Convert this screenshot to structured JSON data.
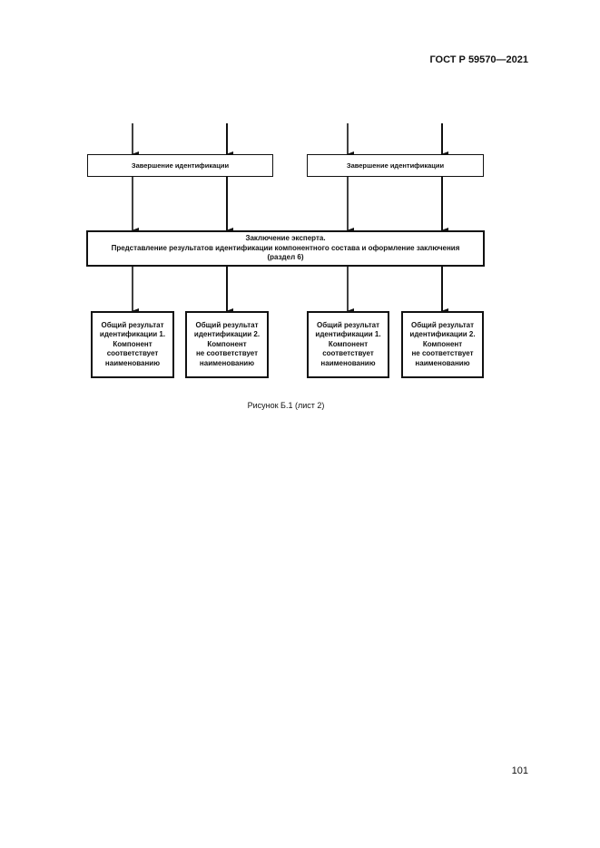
{
  "header": {
    "doc_id": "ГОСТ Р 59570—2021"
  },
  "boxes": {
    "completion_left": "Завершение идентификации",
    "completion_right": "Завершение идентификации",
    "conclusion": {
      "line1": "Заключение эксперта.",
      "line2": "Представление результатов идентификации компонентного состава и оформление заключения",
      "line3": "(раздел 6)"
    },
    "results": [
      {
        "l1": "Общий результат",
        "l2": "идентификации 1.",
        "l3": "Компонент",
        "l4": "соответствует",
        "l5": "наименованию"
      },
      {
        "l1": "Общий результат",
        "l2": "идентификации 2.",
        "l3": "Компонент",
        "l4": "не соответствует",
        "l5": "наименованию"
      },
      {
        "l1": "Общий результат",
        "l2": "идентификации 1.",
        "l3": "Компонент",
        "l4": "соответствует",
        "l5": "наименованию"
      },
      {
        "l1": "Общий результат",
        "l2": "идентификации 2.",
        "l3": "Компонент",
        "l4": "не соответствует",
        "l5": "наименованию"
      }
    ]
  },
  "caption": "Рисунок Б.1 (лист 2)",
  "footer": {
    "page_number": "101"
  },
  "colors": {
    "line": "#111111",
    "background": "#ffffff"
  }
}
